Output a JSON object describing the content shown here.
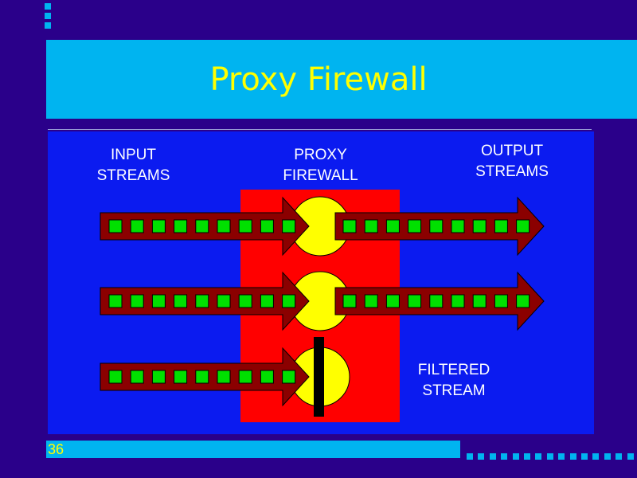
{
  "slide": {
    "title": "Proxy Firewall",
    "number": "36"
  },
  "diagram": {
    "labels": {
      "input": "INPUT\nSTREAMS",
      "proxy": "PROXY\nFIREWALL",
      "output": "OUTPUT\nSTREAMS",
      "filtered": "FILTERED\nSTREAM"
    },
    "streams": [
      {
        "passes": true
      },
      {
        "passes": true
      },
      {
        "passes": false
      }
    ]
  },
  "colors": {
    "background": "#2a008a",
    "band": "#00b4f0",
    "title": "#ffff00",
    "panel": "#0b1bf0",
    "firewall": "#ff0000",
    "arrow": "#8b0000",
    "packet": "#00e000",
    "proxy_node": "#ffff00",
    "barrier": "#000000"
  }
}
